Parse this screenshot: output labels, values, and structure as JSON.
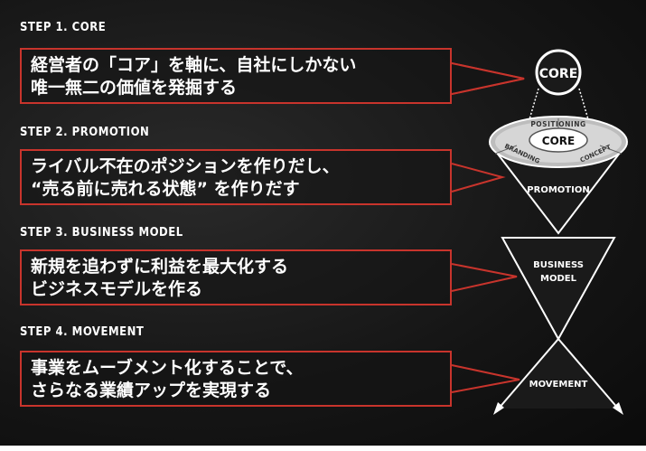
{
  "steps": [
    {
      "label": "STEP 1. CORE",
      "lines": [
        "経営者の「コア」を軸に、自社にしかない",
        "唯一無二の価値を発掘する"
      ]
    },
    {
      "label": "STEP 2. PROMOTION",
      "lines": [
        "ライバル不在のポジションを作りだし、",
        "“売る前に売れる状態” を作りだす"
      ]
    },
    {
      "label": "STEP 3. BUSINESS MODEL",
      "lines": [
        "新規を追わずに利益を最大化する",
        "ビジネスモデルを作る"
      ]
    },
    {
      "label": "STEP 4. MOVEMENT",
      "lines": [
        "事業をムーブメント化することで、",
        "さらなる業績アップを実現する"
      ]
    }
  ],
  "diagram": {
    "core_top": "CORE",
    "core_inner": "CORE",
    "ring_positioning": "POSITIONING",
    "ring_branding": "BRANDING",
    "ring_concept": "CONCEPT",
    "promotion": "PROMOTION",
    "business_model_1": "BUSINESS",
    "business_model_2": "MODEL",
    "movement": "MOVEMENT"
  },
  "colors": {
    "accent": "#c8342c",
    "background": "#151515",
    "text": "#ffffff"
  }
}
